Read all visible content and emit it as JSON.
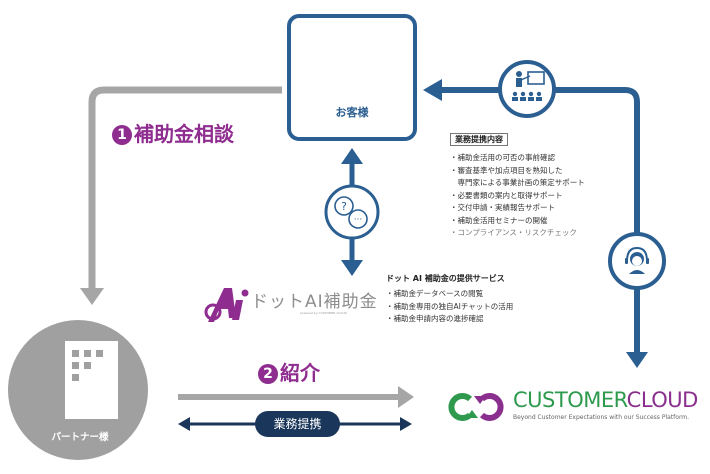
{
  "customer": {
    "label": "お客様",
    "icon": "users-icon"
  },
  "step1": {
    "number": "1",
    "label": "補助金相談"
  },
  "step2": {
    "number": "2",
    "label": "紹介"
  },
  "partnership": {
    "label": "業務提携"
  },
  "partner": {
    "label": "パートナー様",
    "icon": "building-icon"
  },
  "partnership_content": {
    "title": "業務提携内容",
    "items": [
      "補助金活用の可否の事前確認",
      "審査基準や加点項目を熟知した",
      "専門家による事業計画の策定サポート",
      "必要書類の案内と取得サポート",
      "交付申請・実績報告サポート",
      "補助金活用セミナーの開催",
      "コンプライアンス・リスクチェック"
    ]
  },
  "ai_service": {
    "brand": "ドットAI補助金",
    "brand_sub": "powered by CUSTOMER CLOUD",
    "title": "ドット AI 補助金の提供サービス",
    "items": [
      "補助金データベースの閲覧",
      "補助金専用の独自AIチャットの活用",
      "補助金申請内容の進捗確認"
    ]
  },
  "customer_cloud": {
    "name_part1": "CUSTOMER",
    "name_part2": "CLOUD",
    "tagline": "Beyond Customer Expectations with our Success Platform."
  },
  "colors": {
    "blue": "#2b5f92",
    "navy": "#1a365a",
    "gray": "#a6a6a6",
    "purple": "#8e2c8f",
    "green": "#2f9a4e"
  }
}
